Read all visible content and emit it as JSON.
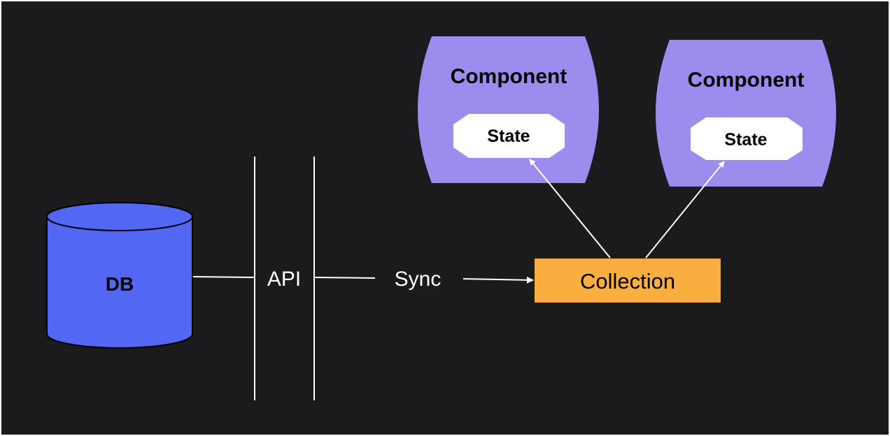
{
  "diagram": {
    "colors": {
      "background": "#1b1b1d",
      "db_fill": "#5267f4",
      "component_fill": "#9d8ced",
      "collection_fill": "#fbae40",
      "state_fill": "#ffffff",
      "line": "#ffffff",
      "text_dark": "#000000",
      "text_light": "#ffffff"
    },
    "db": {
      "label": "DB"
    },
    "api": {
      "label": "API"
    },
    "sync": {
      "label": "Sync"
    },
    "collection": {
      "label": "Collection"
    },
    "components": [
      {
        "label": "Component",
        "state_label": "State"
      },
      {
        "label": "Component",
        "state_label": "State"
      }
    ]
  }
}
